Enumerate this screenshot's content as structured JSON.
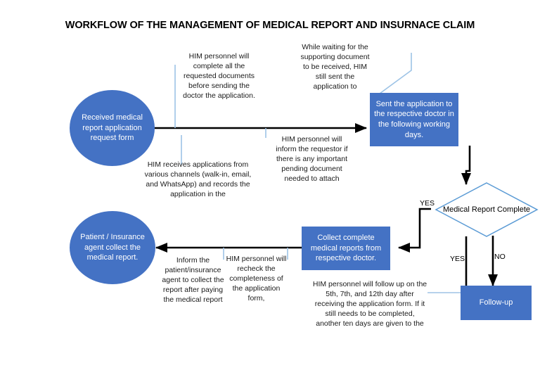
{
  "title": "WORKFLOW OF THE MANAGEMENT OF MEDICAL REPORT AND INSURNACE CLAIM",
  "colors": {
    "node_fill": "#4472C4",
    "node_text": "#ffffff",
    "diamond_fill": "#ffffff",
    "diamond_border": "#5B9BD5",
    "arrow": "#000000",
    "leader_line": "#9DC3E6",
    "note_text": "#1a1a1a",
    "title_text": "#000000",
    "background": "#ffffff"
  },
  "nodes": {
    "received_request": {
      "label": "Received medical report application request form",
      "shape": "ellipse"
    },
    "sent_application": {
      "label": "Sent the application to the respective doctor in the following working days.",
      "shape": "rectangle"
    },
    "medical_report_complete": {
      "label": "Medical Report Complete",
      "shape": "diamond"
    },
    "collect_reports": {
      "label": "Collect complete medical reports from respective doctor.",
      "shape": "rectangle"
    },
    "follow_up": {
      "label": "Follow-up",
      "shape": "rectangle"
    },
    "patient_collect": {
      "label": "Patient / Insurance agent collect the medical report.",
      "shape": "ellipse"
    }
  },
  "flow_labels": {
    "yes_to_collect": "YES",
    "yes_loop_back": "YES",
    "no_to_followup": "NO"
  },
  "notes": {
    "him_complete_documents": "HIM personnel will complete all the requested documents before sending the doctor the application.",
    "while_waiting": "While waiting for the supporting document to be received, HIM still sent the application to",
    "him_inform_requestor": "HIM personnel will inform the requestor if there is any important pending document needed to attach",
    "him_receives_applications": "HIM receives applications from various channels (walk-in, email, and WhatsApp) and records the application in the",
    "inform_patient": "Inform the patient/insurance agent to collect the report after paying the medical report",
    "him_recheck": "HIM personnel will recheck the completeness of the application form,",
    "him_follow_up": "HIM personnel will follow up on the 5th, 7th, and 12th day after receiving the application form. If it still needs to be completed, another ten days are given to the"
  }
}
